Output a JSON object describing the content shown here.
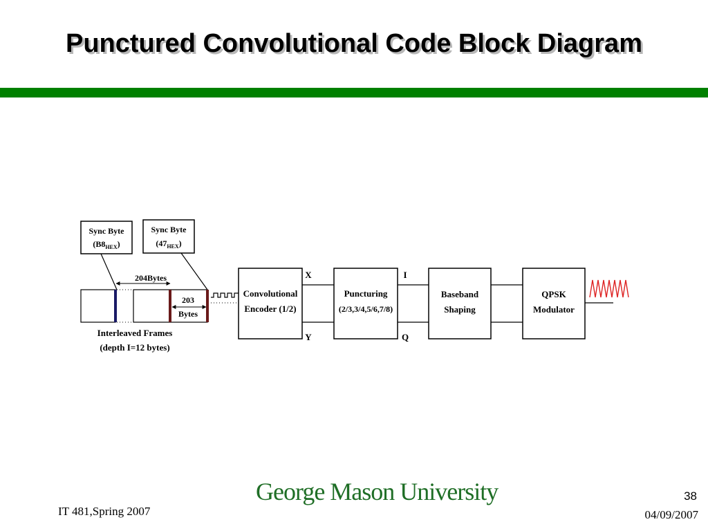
{
  "slide": {
    "title": "Punctured Convolutional Code Block Diagram",
    "accent_color": "#008000",
    "logo_color": "#1f6e26",
    "signal_color": "#dd2222",
    "logo_text": "George Mason University",
    "footer_course": "IT 481,Spring 2007",
    "page_number": "38",
    "date": "04/09/2007"
  },
  "diagram": {
    "sync_b8": {
      "line1": "Sync Byte",
      "prefix": "(B8",
      "sub": "HEX",
      "suffix": ")"
    },
    "sync_47": {
      "line1": "Sync Byte",
      "prefix": "(47",
      "sub": "HEX",
      "suffix": ")"
    },
    "bytes_204": "204Bytes",
    "bytes_203_num": "203",
    "bytes_203_label": "Bytes",
    "interleaved_line1": "Interleaved Frames",
    "interleaved_line2": "(depth I=12 bytes)",
    "encoder_line1": "Convolutional",
    "encoder_line2": "Encoder (1/2)",
    "puncturing_line1": "Puncturing",
    "puncturing_line2": "(2/3,3/4,5/6,7/8)",
    "baseband_line1": "Baseband",
    "baseband_line2": "Shaping",
    "qpsk_line1": "QPSK",
    "qpsk_line2": "Modulator",
    "label_x": "X",
    "label_y": "Y",
    "label_i": "I",
    "label_q": "Q"
  }
}
